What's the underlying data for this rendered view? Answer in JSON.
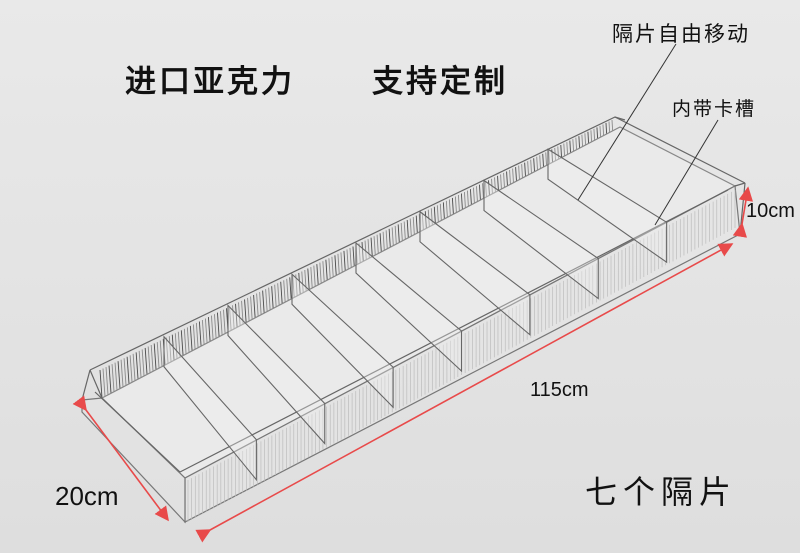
{
  "headline_left": "进口亚克力",
  "headline_right": "支持定制",
  "callout_divider": "隔片自由移动",
  "callout_slot": "内带卡槽",
  "dim_height": "10cm",
  "dim_length": "115cm",
  "dim_width": "20cm",
  "caption_count": "七个隔片",
  "colors": {
    "background": "#e4e4e4",
    "outline": "#555555",
    "dimension_arrow": "#e84a4a",
    "text": "#111111"
  }
}
